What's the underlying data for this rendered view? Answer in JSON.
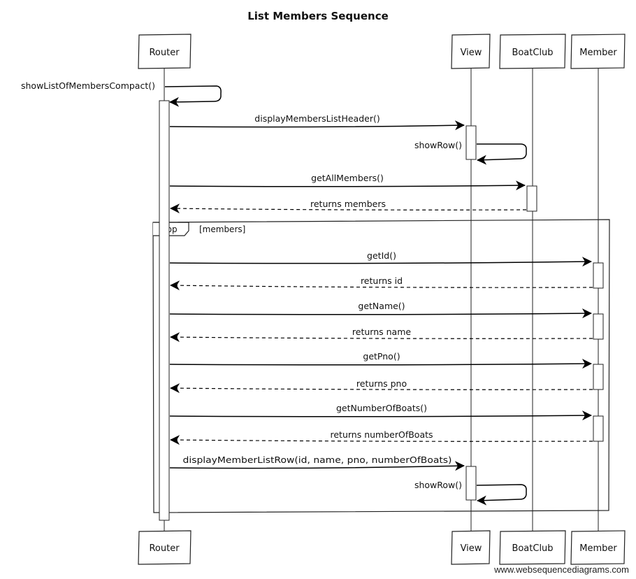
{
  "title": "List Members Sequence",
  "participants": [
    {
      "id": "router",
      "label": "Router"
    },
    {
      "id": "view",
      "label": "View"
    },
    {
      "id": "boatclub",
      "label": "BoatClub"
    },
    {
      "id": "member",
      "label": "Member"
    }
  ],
  "loop": {
    "keyword": "loop",
    "guard": "[members]"
  },
  "messages": [
    {
      "id": "m1",
      "label": "showListOfMembersCompact()",
      "from": "router",
      "to": "router",
      "kind": "self-call"
    },
    {
      "id": "m2",
      "label": "displayMembersListHeader()",
      "from": "router",
      "to": "view",
      "kind": "call"
    },
    {
      "id": "m3",
      "label": "showRow()",
      "from": "view",
      "to": "view",
      "kind": "self-call"
    },
    {
      "id": "m4",
      "label": "getAllMembers()",
      "from": "router",
      "to": "boatclub",
      "kind": "call"
    },
    {
      "id": "m5",
      "label": "returns members",
      "from": "boatclub",
      "to": "router",
      "kind": "return"
    },
    {
      "id": "m6",
      "label": "getId()",
      "from": "router",
      "to": "member",
      "kind": "call"
    },
    {
      "id": "m7",
      "label": "returns id",
      "from": "member",
      "to": "router",
      "kind": "return"
    },
    {
      "id": "m8",
      "label": "getName()",
      "from": "router",
      "to": "member",
      "kind": "call"
    },
    {
      "id": "m9",
      "label": "returns name",
      "from": "member",
      "to": "router",
      "kind": "return"
    },
    {
      "id": "m10",
      "label": "getPno()",
      "from": "router",
      "to": "member",
      "kind": "call"
    },
    {
      "id": "m11",
      "label": "returns pno",
      "from": "member",
      "to": "router",
      "kind": "return"
    },
    {
      "id": "m12",
      "label": "getNumberOfBoats()",
      "from": "router",
      "to": "member",
      "kind": "call"
    },
    {
      "id": "m13",
      "label": "returns numberOfBoats",
      "from": "member",
      "to": "router",
      "kind": "return"
    },
    {
      "id": "m14",
      "label": "displayMemberListRow(id, name, pno, numberOfBoats)",
      "from": "router",
      "to": "view",
      "kind": "call"
    },
    {
      "id": "m15",
      "label": "showRow()",
      "from": "view",
      "to": "view",
      "kind": "self-call"
    }
  ],
  "watermark": "www.websequencediagrams.com"
}
